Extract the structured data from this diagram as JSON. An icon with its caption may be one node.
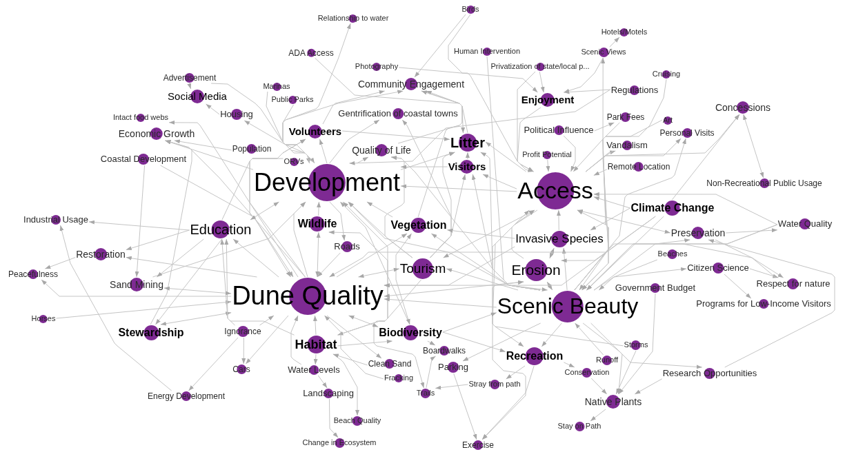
{
  "diagram": {
    "nodes": [
      {
        "text": [
          "Relationship to water"
        ]
      },
      {
        "text": [
          "Birds"
        ]
      },
      {
        "text": [
          "ADA Access"
        ]
      },
      {
        "text": [
          "Human Intervention"
        ]
      },
      {
        "text": [
          "Hotels/Motels"
        ]
      },
      {
        "text": [
          "Scenic Views"
        ]
      },
      {
        "text": [
          "Photography"
        ]
      },
      {
        "text": [
          "Privatization of state/local p..."
        ]
      },
      {
        "text": [
          "Cruising"
        ]
      },
      {
        "text": [
          "Advertisement"
        ]
      },
      {
        "text": [
          "Community Engagement"
        ]
      },
      {
        "text": [
          "Marinas"
        ]
      },
      {
        "text": [
          "Regulations"
        ]
      },
      {
        "text": [
          "Social Media"
        ]
      },
      {
        "text": [
          "Enjoyment"
        ]
      },
      {
        "text": [
          "Public Parks"
        ]
      },
      {
        "text": [
          "Concessions"
        ]
      },
      {
        "text": [
          "Intact food webs"
        ]
      },
      {
        "text": [
          "Housing"
        ]
      },
      {
        "text": [
          "Gentrification of coastal towns"
        ]
      },
      {
        "text": [
          "Park Fees"
        ]
      },
      {
        "text": [
          "Art"
        ]
      },
      {
        "text": [
          "Political Influence"
        ]
      },
      {
        "text": [
          "Economic Growth"
        ]
      },
      {
        "text": [
          "Volunteers"
        ]
      },
      {
        "text": [
          "Personal Visits"
        ]
      },
      {
        "text": [
          "Litter"
        ]
      },
      {
        "text": [
          "Population"
        ]
      },
      {
        "text": [
          "Vandalism"
        ]
      },
      {
        "text": [
          "Quality of Life"
        ]
      },
      {
        "text": [
          "Coastal Development"
        ]
      },
      {
        "text": [
          "ORVs"
        ]
      },
      {
        "text": [
          "Visitors"
        ]
      },
      {
        "text": [
          "Profit Potential"
        ]
      },
      {
        "text": [
          "Remote Location"
        ]
      },
      {
        "text": [
          "Development"
        ]
      },
      {
        "text": [
          "Access"
        ]
      },
      {
        "text": [
          "Non-Recreational Public Usage"
        ]
      },
      {
        "text": [
          "Industrial Usage"
        ]
      },
      {
        "text": [
          "Climate Change"
        ]
      },
      {
        "text": [
          "Water Quality"
        ]
      },
      {
        "text": [
          "Education"
        ]
      },
      {
        "text": [
          "Wildlife"
        ]
      },
      {
        "text": [
          "Vegetation"
        ]
      },
      {
        "text": [
          "Preservation"
        ]
      },
      {
        "text": [
          "Invasive Species"
        ]
      },
      {
        "text": [
          "Roads"
        ]
      },
      {
        "text": [
          "Restoration"
        ]
      },
      {
        "text": [
          "Beaches"
        ]
      },
      {
        "text": [
          "Citizen Science"
        ]
      },
      {
        "text": [
          "Tourism"
        ]
      },
      {
        "text": [
          "Erosion"
        ]
      },
      {
        "text": [
          "Peacefulness"
        ]
      },
      {
        "text": [
          "Sand Mining"
        ]
      },
      {
        "text": [
          "Respect for nature"
        ]
      },
      {
        "text": [
          "Government Budget"
        ]
      },
      {
        "text": [
          "Dune Quality"
        ]
      },
      {
        "text": [
          "Scenic Beauty"
        ]
      },
      {
        "text": [
          "Programs for Low-Income Visitors"
        ]
      },
      {
        "text": [
          "Horses"
        ]
      },
      {
        "text": [
          "Stewardship"
        ]
      },
      {
        "text": [
          "Ignorance"
        ]
      },
      {
        "text": [
          "Habitat"
        ]
      },
      {
        "text": [
          "Biodiversity"
        ]
      },
      {
        "text": [
          "Boardwalks"
        ]
      },
      {
        "text": [
          "Storms"
        ]
      },
      {
        "text": [
          "Recreation"
        ]
      },
      {
        "text": [
          "Runoff"
        ]
      },
      {
        "text": [
          "Clean Sand"
        ]
      },
      {
        "text": [
          "Cars"
        ]
      },
      {
        "text": [
          "Water Levels"
        ]
      },
      {
        "text": [
          "Parking"
        ]
      },
      {
        "text": [
          "Conservation"
        ]
      },
      {
        "text": [
          "Research Opportunities"
        ]
      },
      {
        "text": [
          "Fracking"
        ]
      },
      {
        "text": [
          "Stray from path"
        ]
      },
      {
        "text": [
          "Energy Development"
        ]
      },
      {
        "text": [
          "Landscaping"
        ]
      },
      {
        "text": [
          "Trails"
        ]
      },
      {
        "text": [
          "Native Plants"
        ]
      },
      {
        "text": [
          "Beach Quality"
        ]
      },
      {
        "text": [
          "Stay on Path"
        ]
      },
      {
        "text": [
          "Change in Ecosystem"
        ]
      },
      {
        "text": [
          "Exercise"
        ]
      }
    ],
    "edges": [
      {
        "from": 35,
        "to": 0,
        "arrow": "to"
      },
      {
        "from": 1,
        "to": 10,
        "arrow": "to"
      },
      {
        "from": 1,
        "to": 36,
        "arrow": "to"
      },
      {
        "from": 5,
        "to": 4,
        "arrow": "to"
      },
      {
        "from": 5,
        "to": 14,
        "arrow": "to"
      },
      {
        "from": 57,
        "to": 5,
        "arrow": "to"
      },
      {
        "from": 16,
        "to": 37,
        "arrow": "both"
      },
      {
        "from": 39,
        "to": 16,
        "arrow": "to"
      },
      {
        "from": 36,
        "to": 16,
        "arrow": "to"
      },
      {
        "from": 36,
        "to": 25,
        "arrow": "to"
      },
      {
        "from": 57,
        "to": 25,
        "arrow": "to"
      },
      {
        "from": 22,
        "to": 20,
        "arrow": "to"
      },
      {
        "from": 36,
        "to": 28,
        "arrow": "to"
      },
      {
        "from": 34,
        "to": 36,
        "arrow": "to"
      },
      {
        "from": 12,
        "to": 14,
        "arrow": "to"
      },
      {
        "from": 12,
        "to": 35,
        "arrow": "to"
      },
      {
        "from": 8,
        "to": 36,
        "arrow": "to"
      },
      {
        "from": 61,
        "to": 69,
        "arrow": "to"
      },
      {
        "from": 56,
        "to": 69,
        "arrow": "to"
      },
      {
        "from": 61,
        "to": 76,
        "arrow": "to"
      },
      {
        "from": 76,
        "to": 38,
        "arrow": "to"
      },
      {
        "from": 59,
        "to": 56,
        "arrow": "to"
      },
      {
        "from": 56,
        "to": 52,
        "arrow": "to"
      },
      {
        "from": 47,
        "to": 52,
        "arrow": "to"
      },
      {
        "from": 41,
        "to": 38,
        "arrow": "to"
      },
      {
        "from": 30,
        "to": 53,
        "arrow": "to"
      },
      {
        "from": 60,
        "to": 23,
        "arrow": "to"
      },
      {
        "from": 41,
        "to": 60,
        "arrow": "to"
      },
      {
        "from": 56,
        "to": 60,
        "arrow": "both"
      },
      {
        "from": 62,
        "to": 70,
        "arrow": "to"
      },
      {
        "from": 62,
        "to": 80,
        "arrow": "to"
      },
      {
        "from": 70,
        "to": 77,
        "arrow": "to"
      },
      {
        "from": 77,
        "to": 82,
        "arrow": "to"
      },
      {
        "from": 56,
        "to": 68,
        "arrow": "to"
      },
      {
        "from": 50,
        "to": 78,
        "arrow": "to"
      },
      {
        "from": 78,
        "to": 64,
        "arrow": "to"
      },
      {
        "from": 71,
        "to": 83,
        "arrow": "to"
      },
      {
        "from": 66,
        "to": 83,
        "arrow": "to"
      },
      {
        "from": 36,
        "to": 83,
        "arrow": "to"
      },
      {
        "from": 66,
        "to": 75,
        "arrow": "to"
      },
      {
        "from": 75,
        "to": 78,
        "arrow": "to"
      },
      {
        "from": 79,
        "to": 81,
        "arrow": "to"
      },
      {
        "from": 73,
        "to": 79,
        "arrow": "to"
      },
      {
        "from": 65,
        "to": 79,
        "arrow": "to"
      },
      {
        "from": 57,
        "to": 79,
        "arrow": "to"
      },
      {
        "from": 49,
        "to": 54,
        "arrow": "to"
      },
      {
        "from": 44,
        "to": 54,
        "arrow": "to"
      },
      {
        "from": 73,
        "to": 44,
        "arrow": "to"
      },
      {
        "from": 49,
        "to": 58,
        "arrow": "to"
      },
      {
        "from": 57,
        "to": 49,
        "arrow": "to"
      },
      {
        "from": 9,
        "to": 13,
        "arrow": "to"
      },
      {
        "from": 9,
        "to": 35,
        "arrow": "to"
      },
      {
        "from": 11,
        "to": 35,
        "arrow": "to"
      },
      {
        "from": 15,
        "to": 35,
        "arrow": "to"
      },
      {
        "from": 18,
        "to": 13,
        "arrow": "to"
      },
      {
        "from": 35,
        "to": 18,
        "arrow": "to"
      },
      {
        "from": 35,
        "to": 23,
        "arrow": "to"
      },
      {
        "from": 56,
        "to": 23,
        "arrow": "to"
      },
      {
        "from": 27,
        "to": 23,
        "arrow": "to"
      },
      {
        "from": 30,
        "to": 56,
        "arrow": "to"
      },
      {
        "from": 56,
        "to": 17,
        "arrow": "to"
      },
      {
        "from": 2,
        "to": 26,
        "arrow": "to"
      },
      {
        "from": 6,
        "to": 14,
        "arrow": "to"
      },
      {
        "from": 3,
        "to": 57,
        "arrow": "to"
      },
      {
        "from": 7,
        "to": 36,
        "arrow": "to"
      },
      {
        "from": 7,
        "to": 14,
        "arrow": "to"
      },
      {
        "from": 22,
        "to": 36,
        "arrow": "to"
      },
      {
        "from": 33,
        "to": 36,
        "arrow": "to"
      },
      {
        "from": 20,
        "to": 57,
        "arrow": "to"
      },
      {
        "from": 21,
        "to": 57,
        "arrow": "to"
      },
      {
        "from": 28,
        "to": 57,
        "arrow": "to"
      },
      {
        "from": 35,
        "to": 10,
        "arrow": "to"
      },
      {
        "from": 29,
        "to": 10,
        "arrow": "to"
      },
      {
        "from": 26,
        "to": 10,
        "arrow": "to"
      },
      {
        "from": 24,
        "to": 10,
        "arrow": "to"
      },
      {
        "from": 43,
        "to": 10,
        "arrow": "to"
      },
      {
        "from": 35,
        "to": 19,
        "arrow": "to"
      },
      {
        "from": 50,
        "to": 19,
        "arrow": "to"
      },
      {
        "from": 35,
        "to": 24,
        "arrow": "to"
      },
      {
        "from": 41,
        "to": 24,
        "arrow": "to"
      },
      {
        "from": 56,
        "to": 24,
        "arrow": "to"
      },
      {
        "from": 24,
        "to": 26,
        "arrow": "to"
      },
      {
        "from": 35,
        "to": 29,
        "arrow": "to"
      },
      {
        "from": 50,
        "to": 29,
        "arrow": "to"
      },
      {
        "from": 57,
        "to": 29,
        "arrow": "to"
      },
      {
        "from": 32,
        "to": 26,
        "arrow": "to"
      },
      {
        "from": 36,
        "to": 26,
        "arrow": "to"
      },
      {
        "from": 35,
        "to": 26,
        "arrow": "to"
      },
      {
        "from": 50,
        "to": 26,
        "arrow": "to"
      },
      {
        "from": 57,
        "to": 26,
        "arrow": "to"
      },
      {
        "from": 36,
        "to": 32,
        "arrow": "to"
      },
      {
        "from": 50,
        "to": 32,
        "arrow": "to"
      },
      {
        "from": 57,
        "to": 32,
        "arrow": "to"
      },
      {
        "from": 32,
        "to": 35,
        "arrow": "to"
      },
      {
        "from": 31,
        "to": 56,
        "arrow": "to"
      },
      {
        "from": 56,
        "to": 35,
        "arrow": "to"
      },
      {
        "from": 41,
        "to": 35,
        "arrow": "both"
      },
      {
        "from": 42,
        "to": 35,
        "arrow": "to"
      },
      {
        "from": 43,
        "to": 35,
        "arrow": "to"
      },
      {
        "from": 50,
        "to": 35,
        "arrow": "to"
      },
      {
        "from": 36,
        "to": 35,
        "arrow": "to"
      },
      {
        "from": 57,
        "to": 35,
        "arrow": "to"
      },
      {
        "from": 62,
        "to": 35,
        "arrow": "to"
      },
      {
        "from": 63,
        "to": 35,
        "arrow": "to"
      },
      {
        "from": 53,
        "to": 35,
        "arrow": "to"
      },
      {
        "from": 57,
        "to": 36,
        "arrow": "to"
      },
      {
        "from": 45,
        "to": 36,
        "arrow": "to"
      },
      {
        "from": 51,
        "to": 36,
        "arrow": "to"
      },
      {
        "from": 50,
        "to": 36,
        "arrow": "both"
      },
      {
        "from": 66,
        "to": 36,
        "arrow": "both"
      },
      {
        "from": 14,
        "to": 36,
        "arrow": "to"
      },
      {
        "from": 40,
        "to": 36,
        "arrow": "to"
      },
      {
        "from": 44,
        "to": 36,
        "arrow": "both"
      },
      {
        "from": 56,
        "to": 41,
        "arrow": "to"
      },
      {
        "from": 62,
        "to": 41,
        "arrow": "to"
      },
      {
        "from": 61,
        "to": 41,
        "arrow": "to"
      },
      {
        "from": 41,
        "to": 47,
        "arrow": "to"
      },
      {
        "from": 41,
        "to": 53,
        "arrow": "to"
      },
      {
        "from": 42,
        "to": 56,
        "arrow": "both"
      },
      {
        "from": 62,
        "to": 42,
        "arrow": "both"
      },
      {
        "from": 56,
        "to": 43,
        "arrow": "to"
      },
      {
        "from": 57,
        "to": 43,
        "arrow": "to"
      },
      {
        "from": 45,
        "to": 43,
        "arrow": "to"
      },
      {
        "from": 63,
        "to": 43,
        "arrow": "both"
      },
      {
        "from": 57,
        "to": 45,
        "arrow": "to"
      },
      {
        "from": 51,
        "to": 45,
        "arrow": "both"
      },
      {
        "from": 39,
        "to": 45,
        "arrow": "to"
      },
      {
        "from": 46,
        "to": 56,
        "arrow": "to"
      },
      {
        "from": 35,
        "to": 46,
        "arrow": "to"
      },
      {
        "from": 56,
        "to": 47,
        "arrow": "to"
      },
      {
        "from": 56,
        "to": 53,
        "arrow": "both"
      },
      {
        "from": 57,
        "to": 50,
        "arrow": "to"
      },
      {
        "from": 50,
        "to": 56,
        "arrow": "both"
      },
      {
        "from": 56,
        "to": 51,
        "arrow": "both"
      },
      {
        "from": 39,
        "to": 51,
        "arrow": "to"
      },
      {
        "from": 65,
        "to": 51,
        "arrow": "to"
      },
      {
        "from": 51,
        "to": 57,
        "arrow": "both"
      },
      {
        "from": 39,
        "to": 57,
        "arrow": "to"
      },
      {
        "from": 39,
        "to": 56,
        "arrow": "to"
      },
      {
        "from": 39,
        "to": 36,
        "arrow": "to"
      },
      {
        "from": 40,
        "to": 56,
        "arrow": "to"
      },
      {
        "from": 40,
        "to": 57,
        "arrow": "to"
      },
      {
        "from": 44,
        "to": 40,
        "arrow": "to"
      },
      {
        "from": 57,
        "to": 44,
        "arrow": "to"
      },
      {
        "from": 48,
        "to": 57,
        "arrow": "to"
      },
      {
        "from": 55,
        "to": 79,
        "arrow": "to"
      },
      {
        "from": 62,
        "to": 56,
        "arrow": "to"
      },
      {
        "from": 63,
        "to": 56,
        "arrow": "both"
      },
      {
        "from": 57,
        "to": 56,
        "arrow": "to"
      },
      {
        "from": 61,
        "to": 56,
        "arrow": "to"
      },
      {
        "from": 45,
        "to": 56,
        "arrow": "to"
      },
      {
        "from": 70,
        "to": 56,
        "arrow": "to"
      },
      {
        "from": 57,
        "to": 66,
        "arrow": "to"
      },
      {
        "from": 54,
        "to": 57,
        "arrow": "to"
      },
      {
        "from": 63,
        "to": 57,
        "arrow": "to"
      },
      {
        "from": 62,
        "to": 63,
        "arrow": "to"
      },
      {
        "from": 63,
        "to": 66,
        "arrow": "to"
      },
      {
        "from": 66,
        "to": 72,
        "arrow": "to"
      },
      {
        "from": 67,
        "to": 57,
        "arrow": "to"
      },
      {
        "from": 72,
        "to": 79,
        "arrow": "to"
      },
      {
        "from": 57,
        "to": 73,
        "arrow": "to"
      },
      {
        "from": 57,
        "to": 71,
        "arrow": "to"
      },
      {
        "from": 63,
        "to": 64,
        "arrow": "to"
      },
      {
        "from": 74,
        "to": 56,
        "arrow": "to"
      },
      {
        "from": 68,
        "to": 62,
        "arrow": "to"
      }
    ]
  }
}
